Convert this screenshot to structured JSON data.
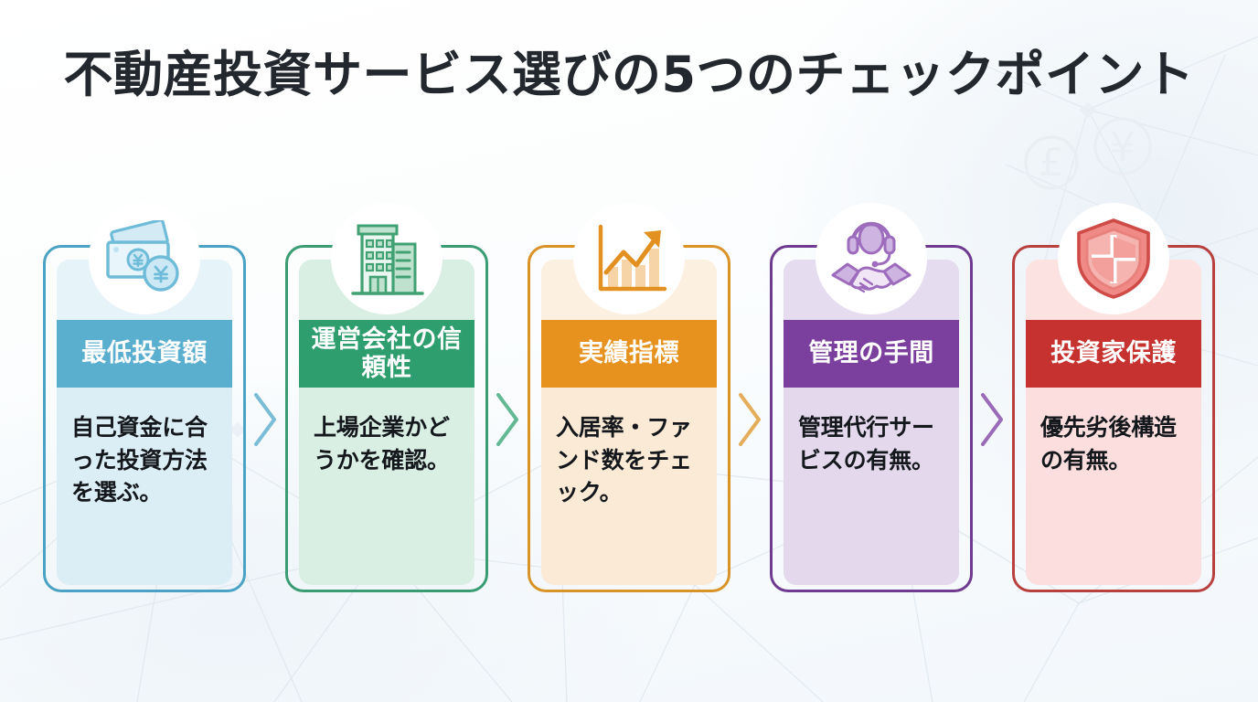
{
  "page": {
    "title": "不動産投資サービス選びの5つのチェックポイント",
    "background_color": "#fbfdfe",
    "title_color": "#23282e"
  },
  "cards": [
    {
      "id": "minimum-investment",
      "header": "最低投資額",
      "body": "自己資金に合った投資方法を選ぶ。",
      "icon": "banknote-yen-icon",
      "accent": "#3f9dc0",
      "header_bg": "#5bafce",
      "panel_bg": "#dbeef5",
      "panel_top_bg": "#e6f3f8",
      "border": "#4aa3c4",
      "icon_color": "#6fbcd8",
      "icon_fill": "#d4ebf5"
    },
    {
      "id": "operator-reliability",
      "header": "運営会社の信頼性",
      "body": "上場企業かどうかを確認。",
      "icon": "office-building-icon",
      "accent": "#2e9e6e",
      "header_bg": "#2e9e6e",
      "panel_bg": "#d9efe3",
      "panel_top_bg": "#d9efe3",
      "border": "#3a9c72",
      "icon_color": "#41a173",
      "icon_fill": "#bfe2cf"
    },
    {
      "id": "performance-metrics",
      "header": "実績指標",
      "body": "入居率・ファンド数をチェック。",
      "icon": "growth-chart-icon",
      "accent": "#e2901f",
      "header_bg": "#e7921f",
      "panel_bg": "#fbead5",
      "panel_top_bg": "#fcf0e0",
      "border": "#d99328",
      "icon_color": "#e2901f",
      "icon_fill": "#f7d4a8"
    },
    {
      "id": "management-effort",
      "header": "管理の手間",
      "body": "管理代行サービスの有無。",
      "icon": "headset-handshake-icon",
      "accent": "#7b3f9d",
      "header_bg": "#7b3f9d",
      "panel_bg": "#e3d8ec",
      "panel_top_bg": "#e6dcef",
      "border": "#6f3b91",
      "icon_color": "#9d6cbd",
      "icon_fill": "#ceb4e0"
    },
    {
      "id": "investor-protection",
      "header": "投資家保護",
      "body": "優先劣後構造の有無。",
      "icon": "shield-protection-icon",
      "accent": "#c6322f",
      "header_bg": "#c6322f",
      "panel_bg": "#fbdedd",
      "panel_top_bg": "#fce3e2",
      "border": "#b8413f",
      "icon_color": "#d9534f",
      "icon_fill": "#f6b4b1"
    }
  ],
  "background": {
    "watermarks": [
      "£",
      "¥"
    ],
    "motif": "network-nodes"
  }
}
